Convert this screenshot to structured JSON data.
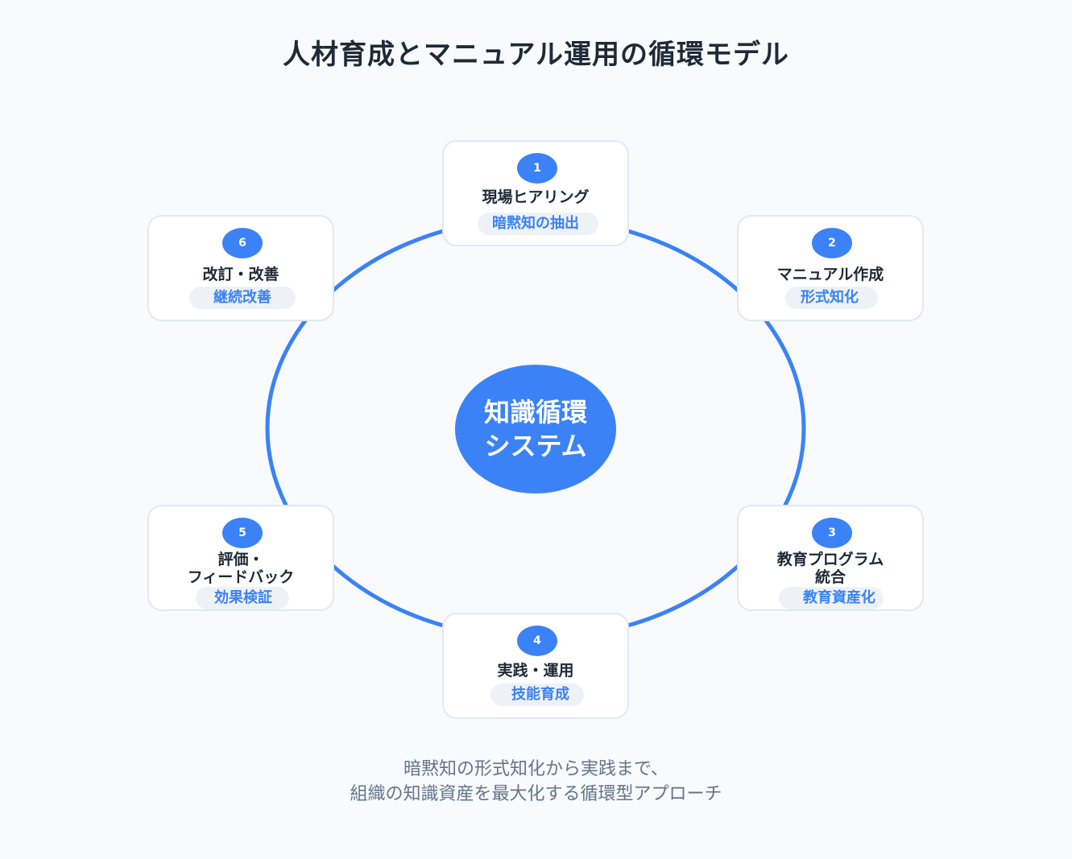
{
  "title": "人材育成とマニュアル運用の循環モデル",
  "center": {
    "line1": "知識循環",
    "line2": "システム"
  },
  "steps": [
    {
      "num": "1",
      "title": "現場ヒアリング",
      "tag": "暗黙知の抽出"
    },
    {
      "num": "2",
      "title": "マニュアル作成",
      "tag": "形式知化"
    },
    {
      "num": "3",
      "title_line1": "教育プログラム",
      "title_line2": "統合",
      "tag": "教育資産化"
    },
    {
      "num": "4",
      "title": "実践・運用",
      "tag": "技能育成"
    },
    {
      "num": "5",
      "title_line1": "評価・",
      "title_line2": "フィードバック",
      "tag": "効果検証"
    },
    {
      "num": "6",
      "title": "改訂・改善",
      "tag": "継続改善"
    }
  ],
  "caption": {
    "line1": "暗黙知の形式知化から実践まで、",
    "line2": "組織の知識資産を最大化する循環型アプローチ"
  },
  "colors": {
    "accent": "#3b82f6",
    "text": "#1f2937",
    "muted": "#64748b",
    "border": "#e2e8f0"
  }
}
